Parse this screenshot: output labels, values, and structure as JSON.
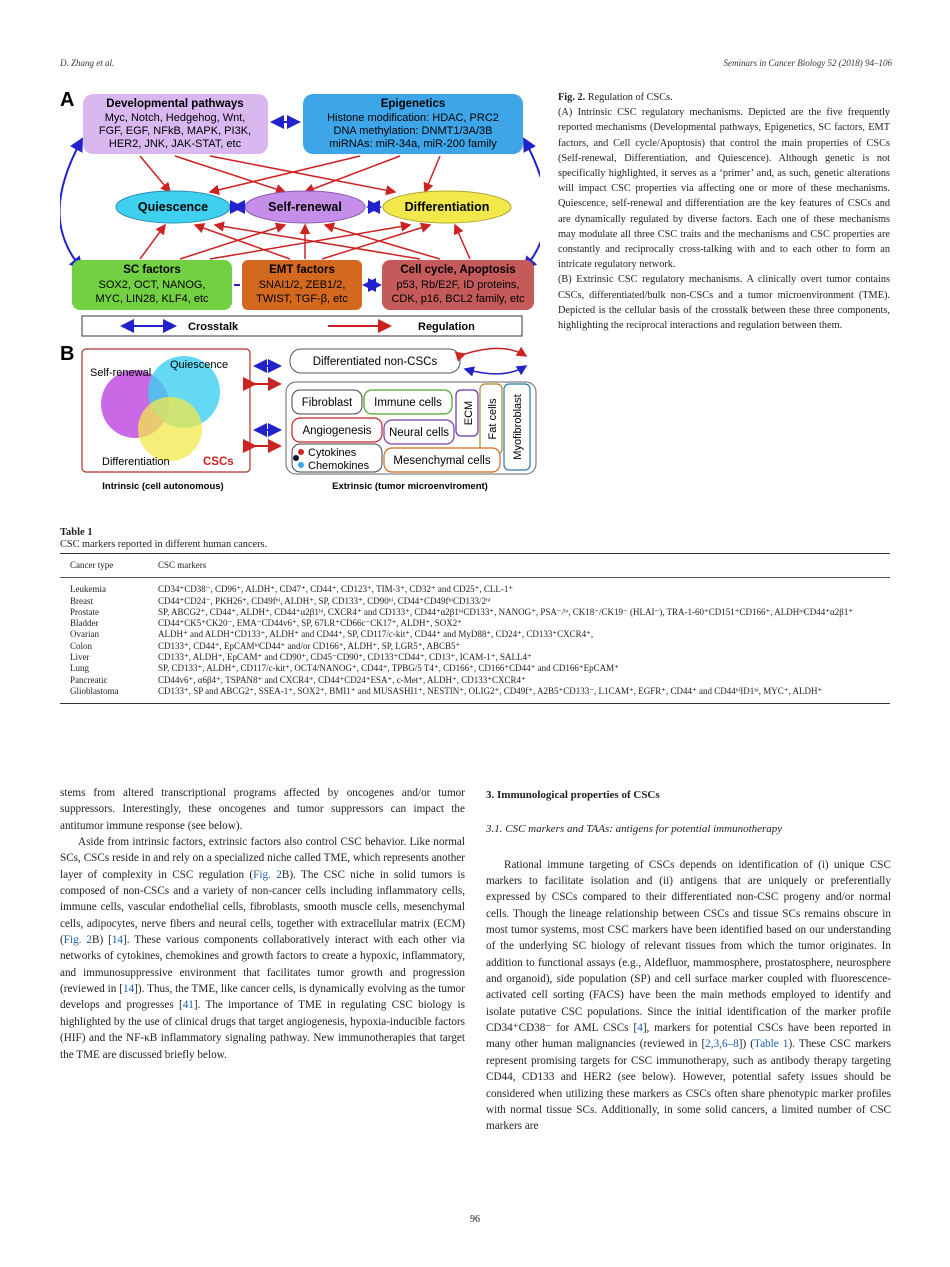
{
  "header": {
    "left": "D. Zhang et al.",
    "right": "Seminars in Cancer Biology 52 (2018) 94–106"
  },
  "figure": {
    "panel_a": {
      "label": "A",
      "developmental": {
        "title": "Developmental pathways",
        "lines": [
          "Myc, Notch, Hedgehog, Wnt,",
          "FGF, EGF, NFkB, MAPK, PI3K,",
          "HER2, JNK, JAK-STAT, etc"
        ]
      },
      "epigenetics": {
        "title": "Epigenetics",
        "lines": [
          "Histone modification: HDAC, PRC2",
          "DNA methylation: DNMT1/3A/3B",
          "miRNAs: miR-34a, miR-200 family"
        ]
      },
      "quiescence": "Quiescence",
      "self_renewal": "Self-renewal",
      "differentiation": "Differentiation",
      "sc_factors": {
        "title": "SC factors",
        "lines": [
          "SOX2, OCT, NANOG,",
          "MYC, LIN28, KLF4, etc"
        ]
      },
      "emt": {
        "title": "EMT factors",
        "lines": [
          "SNAI1/2, ZEB1/2,",
          "TWIST, TGF-β, etc"
        ]
      },
      "cell_cycle": {
        "title": "Cell cycle, Apoptosis",
        "lines": [
          "p53, Rb/E2F, ID proteins,",
          "CDK, p16, BCL2 family, etc"
        ]
      },
      "legend_crosstalk": "Crosstalk",
      "legend_regulation": "Regulation"
    },
    "panel_b": {
      "label": "B",
      "self_renewal": "Self-renewal",
      "quiescence": "Quiescence",
      "differentiation": "Differentiation",
      "cscs": "CSCs",
      "diff_non_cscs": "Differentiated non-CSCs",
      "fibroblast": "Fibroblast",
      "immune_cells": "Immune cells",
      "ecm": "ECM",
      "fat_cells": "Fat cells",
      "myofibroblast": "Myofibroblast",
      "angiogenesis": "Angiogenesis",
      "neural_cells": "Neural cells",
      "cytokines": "Cytokines",
      "chemokines": "Chemokines",
      "mesenchymal_cells": "Mesenchymal cells",
      "intrinsic_label": "Intrinsic (cell autonomous)",
      "extrinsic_label": "Extrinsic (tumor microenviroment)"
    },
    "colors": {
      "developmental": "#d9b8f0",
      "epigenetics": "#3da5e8",
      "quiescence": "#3fd0f0",
      "self_renewal": "#c58ee8",
      "differentiation": "#f2e84a",
      "sc_factors": "#74d043",
      "emt": "#d2691e",
      "cell_cycle": "#c45a5a",
      "crosstalk_arrow": "#2222cc",
      "regulation_arrow": "#cc2222"
    }
  },
  "caption": {
    "title": "Fig. 2.",
    "title_rest": " Regulation of CSCs.",
    "para_a": "(A) Intrinsic CSC regulatory mechanisms. Depicted are the five frequently reported mechanisms (Developmental pathways, Epigenetics, SC factors, EMT factors, and Cell cycle/Apoptosis) that control the main properties of CSCs (Self-renewal, Differentiation, and Quiescence). Although genetic is not specifically highlighted, it serves as a ‘primer’ and, as such, genetic alterations will impact CSC properties via affecting one or more of these mechanisms. Quiescence, self-renewal and differentiation are the key features of CSCs and are dynamically regulated by diverse factors. Each one of these mechanisms may modulate all three CSC traits and the mechanisms and CSC properties are constantly and reciprocally cross-talking with and to each other to form an intricate regulatory network.",
    "para_b": "(B) Extrinsic CSC regulatory mechanisms. A clinically overt tumor contains CSCs, differentiated/bulk non-CSCs and a tumor microenvironment (TME). Depicted is the cellular basis of the crosstalk between these three components, highlighting the reciprocal interactions and regulation between them."
  },
  "table": {
    "label": "Table 1",
    "caption": "CSC markers reported in different human cancers.",
    "headers": [
      "Cancer type",
      "CSC markers"
    ],
    "rows": [
      {
        "type": "Leukemia",
        "markers": "CD34⁺CD38⁻, CD96⁺, ALDH⁺, CD47⁺, CD44⁺, CD123⁺, TIM-3⁺, CD32⁺ and CD25⁺, CLL-1⁺"
      },
      {
        "type": "Breast",
        "markers": "CD44⁺CD24⁻, PKH26⁺, CD49fʰⁱ, ALDH⁺, SP, CD133⁺, CD90ʰⁱ, CD44⁺CD49fʰⁱCD133/2ʰⁱ"
      },
      {
        "type": "Prostate",
        "markers": "SP, ABCG2⁺, CD44⁺, ALDH⁺, CD44⁺α2β1ʰⁱ, CXCR4⁺ and CD133⁺, CD44⁺α2β1ʰⁱCD133⁺, NANOG⁺, PSA⁻/ˡᵒ, CK18⁻/CK19⁻ (HLAI⁻), TRA-1-60⁺CD151⁺CD166⁺, ALDHʰⁱCD44⁺α2β1⁺"
      },
      {
        "type": "Bladder",
        "markers": "CD44⁺CK5⁺CK20⁻, EMA⁻CD44v6⁺, SP, 67LR⁺CD66c⁻CK17⁺, ALDH⁺, SOX2⁺"
      },
      {
        "type": "Ovarian",
        "markers": "ALDH⁺ and ALDH⁺CD133⁺, ALDH⁺ and CD44⁺, SP, CD117/c-kit⁺, CD44⁺ and MyD88⁺, CD24⁺, CD133⁺CXCR4⁺,"
      },
      {
        "type": "Colon",
        "markers": "CD133⁺, CD44⁺, EpCAMʰⁱCD44⁺ and/or CD166⁺, ALDH⁺, SP, LGR5⁺, ABCB5⁺"
      },
      {
        "type": "Liver",
        "markers": "CD133⁺, ALDH⁺, EpCAM⁺ and CD90⁺, CD45⁻CD90⁺, CD133⁺CD44⁺, CD13⁺, ICAM-1⁺, SALL4⁺"
      },
      {
        "type": "Lung",
        "markers": "SP, CD133⁺, ALDH⁺, CD117/c-kit⁺, OCT4/NANOG⁺, CD44⁺, TPBG/5 T4⁺, CD166⁺, CD166⁺CD44⁺ and CD166⁺EpCAM⁺"
      },
      {
        "type": "Pancreatic",
        "markers": "CD44v6⁺, α6β4⁺, TSPAN8⁺ and CXCR4⁺, CD44⁺CD24⁺ESA⁺, c-Met⁺, ALDH⁺, CD133⁺CXCR4⁺"
      },
      {
        "type": "Glioblastoma",
        "markers": "CD133⁺, SP and ABCG2⁺, SSEA-1⁺, SOX2⁺, BMI1⁺ and MUSASHI1⁺, NESTIN⁺, OLIG2⁺, CD49f⁺, A2B5⁺CD133⁻, L1CAM⁺, EGFR⁺, CD44⁺ and CD44ʰⁱID1ʰⁱ, MYC⁺, ALDH⁺"
      }
    ]
  },
  "left_column": {
    "p1": "stems from altered transcriptional programs affected by oncogenes and/or tumor suppressors. Interestingly, these oncogenes and tumor suppressors can impact the antitumor immune response (see below).",
    "p2_a": "Aside from intrinsic factors, extrinsic factors also control CSC behavior. Like normal SCs, CSCs reside in and rely on a specialized niche called TME, which represents another layer of complexity in CSC regulation (",
    "p2_ref1": "Fig. 2",
    "p2_b": "B). The CSC niche in solid tumors is composed of non-CSCs and a variety of non-cancer cells including inflammatory cells, immune cells, vascular endothelial cells, fibroblasts, smooth muscle cells, mesenchymal cells, adipocytes, nerve fibers and neural cells, together with extracellular matrix (ECM) (",
    "p2_ref2": "Fig. 2",
    "p2_c": "B) [",
    "p2_ref3": "14",
    "p2_d": "]. These various components collaboratively interact with each other via networks of cytokines, chemokines and growth factors to create a hypoxic, inflammatory, and immunosuppressive environment that facilitates tumor growth and progression (reviewed in [",
    "p2_ref4": "14",
    "p2_e": "]). Thus, the TME, like cancer cells, is dynamically evolving as the tumor develops and progresses [",
    "p2_ref5": "41",
    "p2_f": "]. The importance of TME in regulating CSC biology is highlighted by the use of clinical drugs that target angiogenesis, hypoxia-inducible factors (HIF) and the NF-κB inflammatory signaling pathway. New immunotherapies that target the TME are discussed briefly below."
  },
  "right_column": {
    "section": "3.  Immunological properties of CSCs",
    "subsection": "3.1.  CSC markers and TAAs: antigens for potential immunotherapy",
    "p_a": "Rational immune targeting of CSCs depends on identification of (i) unique CSC markers to facilitate isolation and (ii) antigens that are uniquely or preferentially expressed by CSCs compared to their differentiated non-CSC progeny and/or normal cells. Though the lineage relationship between CSCs and tissue SCs remains obscure in most tumor systems, most CSC markers have been identified based on our understanding of the underlying SC biology of relevant tissues from which the tumor originates. In addition to functional assays (e.g., Aldefluor, mammosphere, prostatosphere, neurosphere and organoid), side population (SP) and cell surface marker coupled with fluorescence-activated cell sorting (FACS) have been the main methods employed to identify and isolate putative CSC populations. Since the initial identification of the marker profile CD34⁺CD38⁻ for AML CSCs [",
    "p_ref1": "4",
    "p_b": "], markers for potential CSCs have been reported in many other human malignancies (reviewed in [",
    "p_ref2": "2,3,6–8",
    "p_c": "]) (",
    "p_ref3": "Table 1",
    "p_d": "). These CSC markers represent promising targets for CSC immunotherapy, such as antibody therapy targeting CD44, CD133 and HER2 (see below). However, potential safety issues should be considered when utilizing these markers as CSCs often share phenotypic marker profiles with normal tissue SCs. Additionally, in some solid cancers, a limited number of CSC markers are"
  },
  "page_number": "96"
}
